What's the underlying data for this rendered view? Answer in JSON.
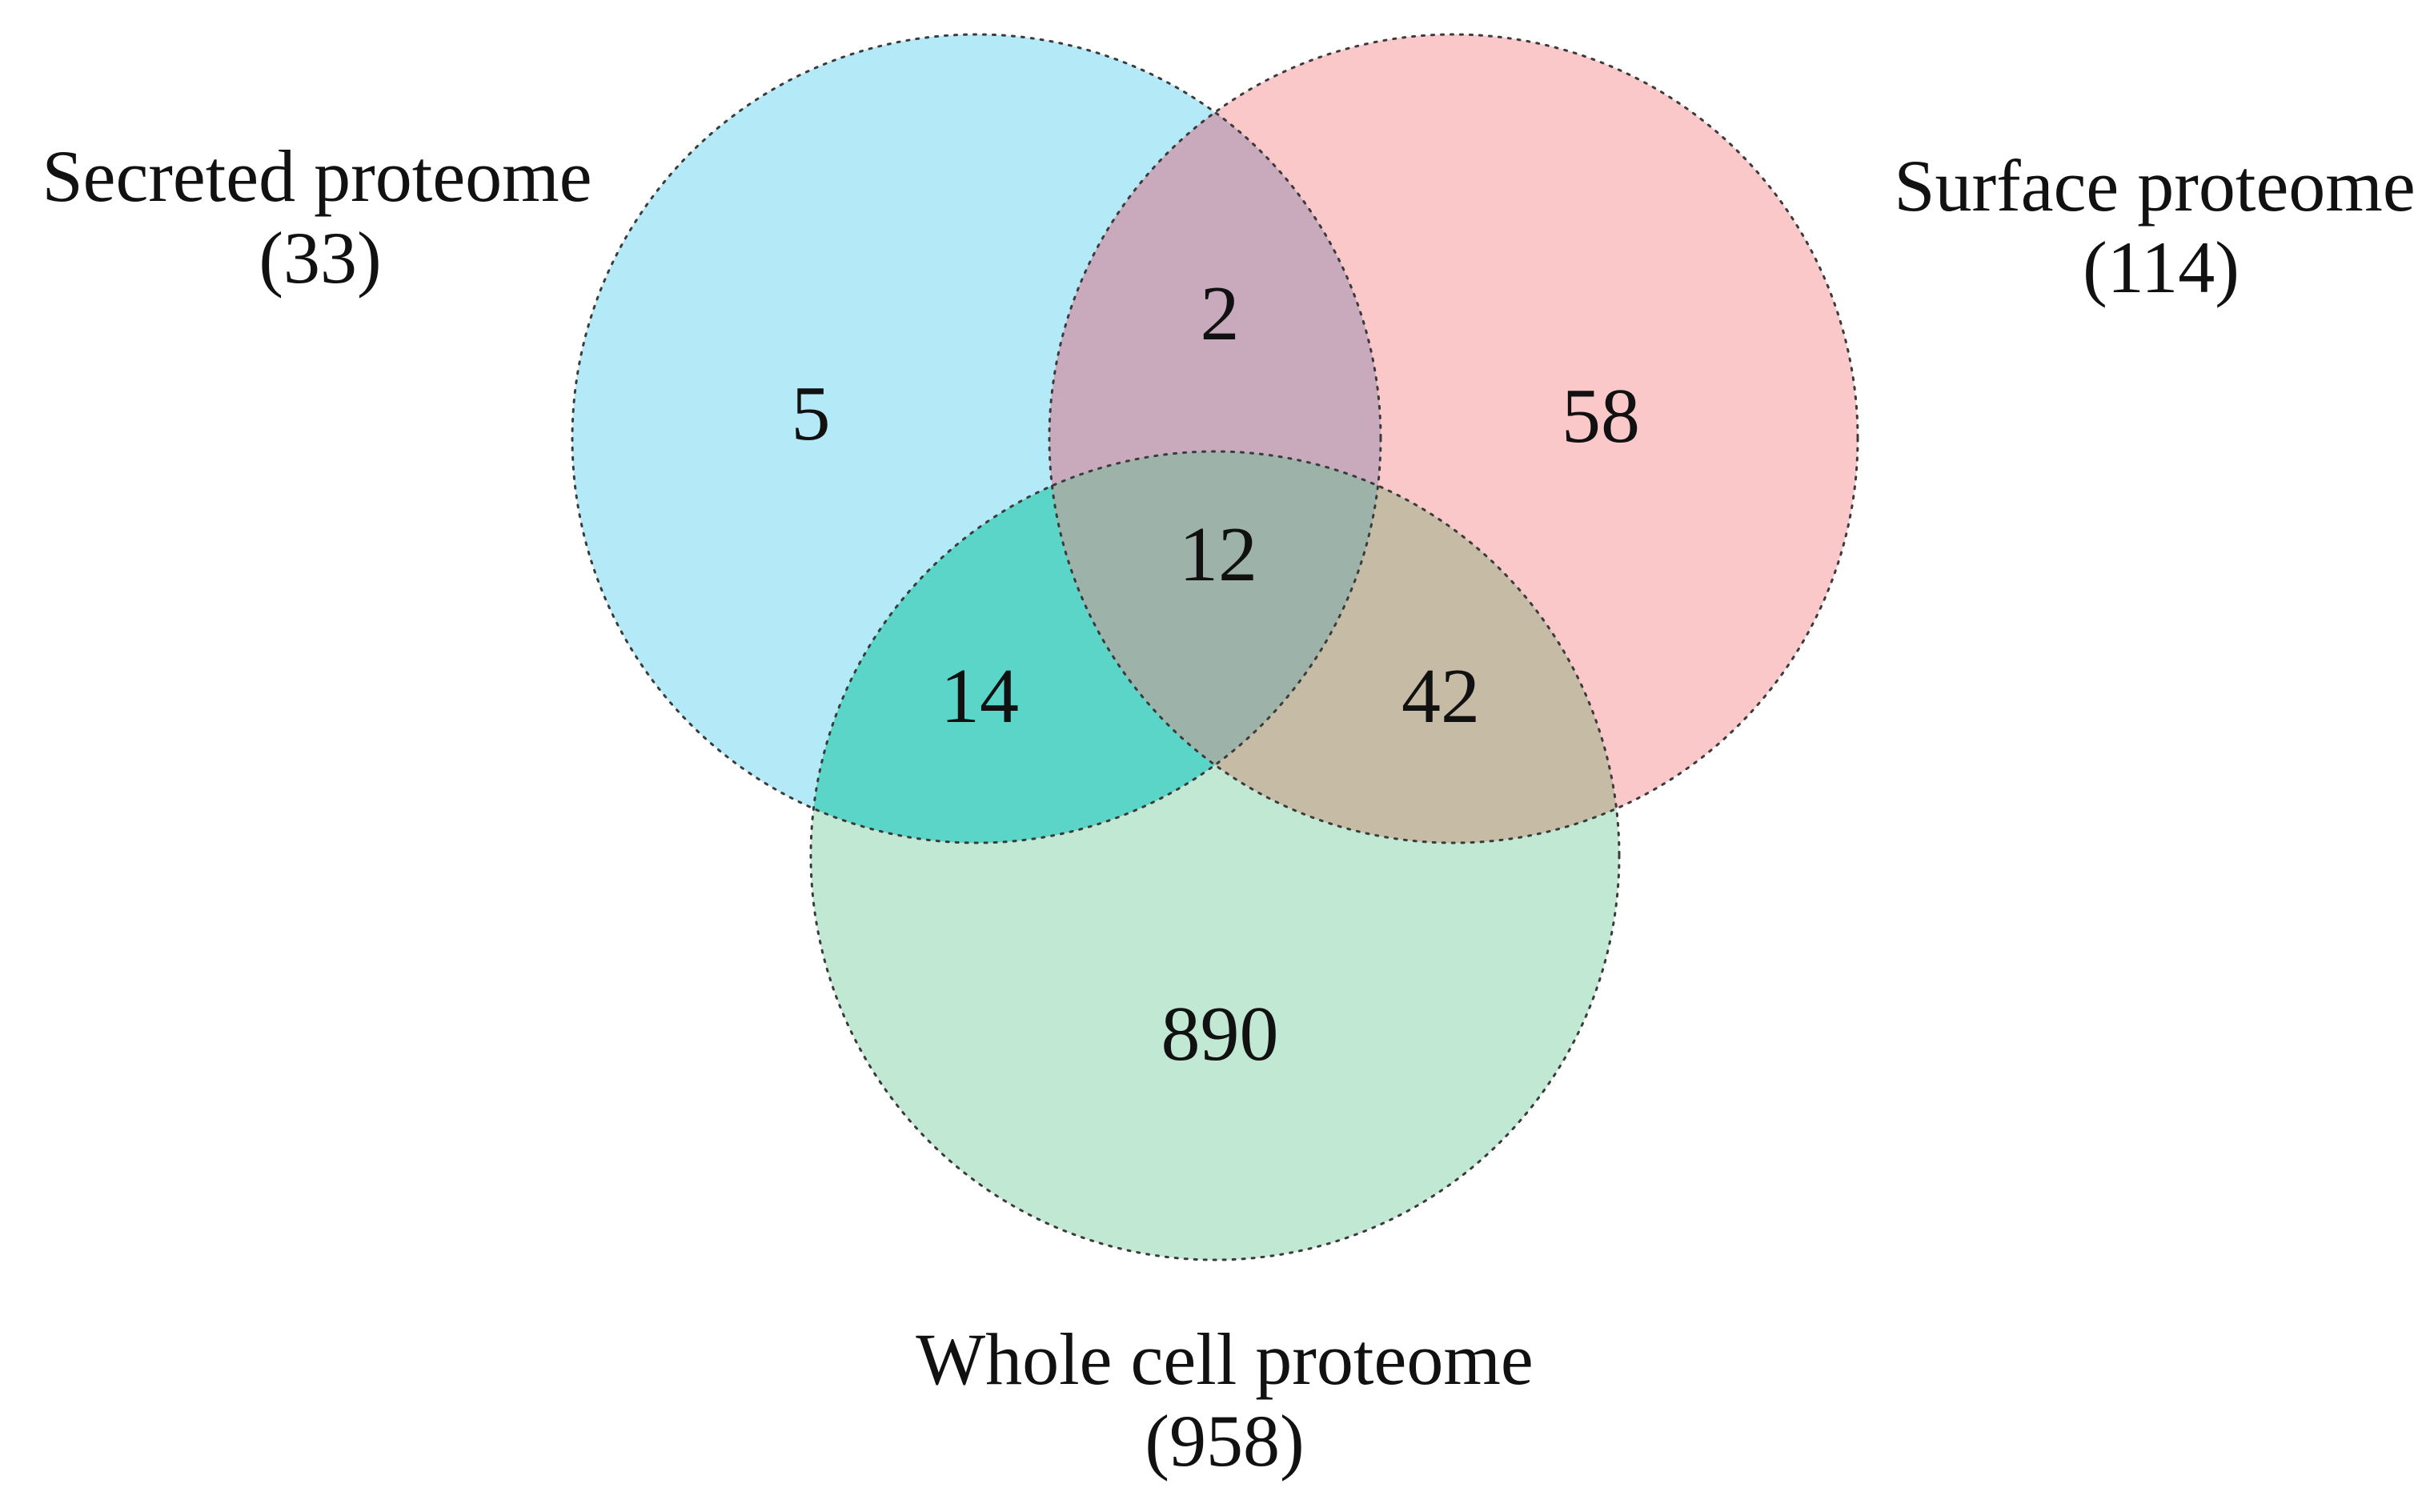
{
  "figure": {
    "labels": {
      "secreted": {
        "name": "Secreted proteome",
        "count": "(33)"
      },
      "surface": {
        "name": "Surface proteome",
        "count": "(114)"
      },
      "whole_cell": {
        "name": "Whole cell proteome",
        "count": "(958)"
      }
    },
    "region_values": {
      "secreted_only": "5",
      "secreted_surface": "2",
      "surface_only": "58",
      "all_three": "12",
      "secreted_whole": "14",
      "surface_whole": "42",
      "whole_only": "890"
    }
  },
  "colors": {
    "secreted_fill": "#b4eaf7",
    "surface_fill": "#fbc8ca",
    "whole_cell_fill": "#c0e8d2",
    "secreted_surface_fill": "#c9a9bc",
    "secreted_whole_fill": "#5bd5c8",
    "surface_whole_fill": "#c6bca6",
    "all_three_fill": "#9db3a9",
    "outline": "#3b3b3b",
    "text": "#111111"
  },
  "chart_data": {
    "type": "venn",
    "title": "",
    "sets": [
      {
        "name": "Secreted proteome",
        "size": 33
      },
      {
        "name": "Surface proteome",
        "size": 114
      },
      {
        "name": "Whole cell proteome",
        "size": 958
      }
    ],
    "regions": {
      "secreted_only": 5,
      "surface_only": 58,
      "whole_cell_only": 890,
      "secreted_and_surface": 2,
      "secreted_and_whole_cell": 14,
      "surface_and_whole_cell": 42,
      "all_three": 12
    },
    "layout_hints": {
      "secreted_circle": "top-left",
      "surface_circle": "top-right",
      "whole_cell_circle": "bottom-center",
      "outline_style": "dotted"
    }
  }
}
